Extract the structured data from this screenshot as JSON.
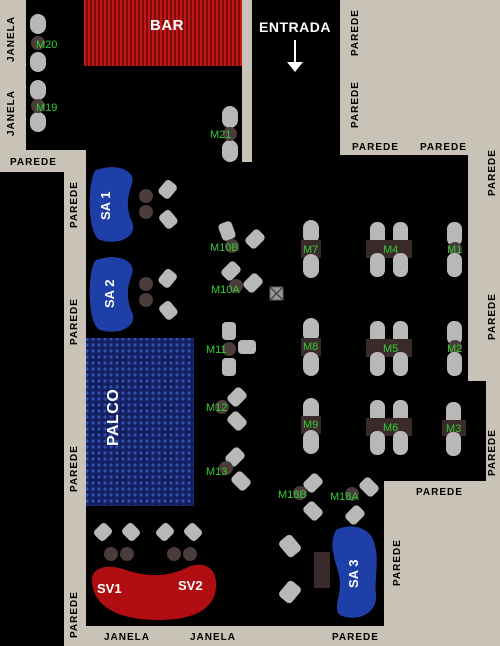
{
  "labels": {
    "bar": "BAR",
    "entrada": "ENTRADA",
    "palco": "PALCO",
    "parede": "PAREDE",
    "janela": "JANELA"
  },
  "sofas": {
    "sa1": "SA 1",
    "sa2": "SA 2",
    "sa3": "SA 3",
    "sv1": "SV1",
    "sv2": "SV2"
  },
  "tables": {
    "m1": "M1",
    "m2": "M2",
    "m3": "M3",
    "m4": "M4",
    "m5": "M5",
    "m6": "M6",
    "m7": "M7",
    "m8": "M8",
    "m9": "M9",
    "m10a": "M10A",
    "m10b": "M10B",
    "m11": "M11",
    "m12": "M12",
    "m13": "M13",
    "m18a": "M18A",
    "m18b": "M18B",
    "m19": "M19",
    "m20": "M20",
    "m21": "M21"
  },
  "colors": {
    "wall": "#c8c3b6",
    "bar": "#b31212",
    "sofa_blue": "#1f3fa8",
    "sofa_red": "#b00d12",
    "stage": "#1c2a6b",
    "table_label": "#33cc33"
  },
  "icons": {
    "entry_arrow": "arrow-down-icon",
    "marker": "cross-box-icon"
  }
}
